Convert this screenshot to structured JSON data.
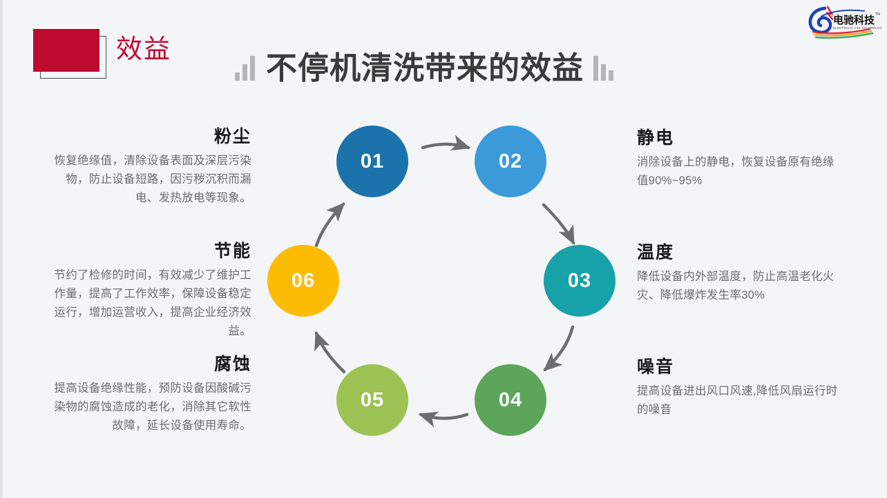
{
  "page": {
    "background_color": "#f4f5f7",
    "badge_color": "#be0a2e",
    "badge_label": "效益",
    "title": "不停机清洗带来的效益",
    "logo_name": "电驰科技",
    "logo_subtitle": "ELECTRICAL CHI TECHNOLOGY",
    "logo_tm": "TM"
  },
  "cycle": {
    "nodes": [
      {
        "id": "01",
        "label": "01",
        "color": "#1c73ac"
      },
      {
        "id": "02",
        "label": "02",
        "color": "#3b9ad9"
      },
      {
        "id": "03",
        "label": "03",
        "color": "#17a2aa"
      },
      {
        "id": "04",
        "label": "04",
        "color": "#5da55b"
      },
      {
        "id": "05",
        "label": "05",
        "color": "#9dc254"
      },
      {
        "id": "06",
        "label": "06",
        "color": "#fcbc04"
      }
    ],
    "arrow_color": "#6d6d6d"
  },
  "blocks": {
    "left": [
      {
        "key": "dust",
        "heading": "粉尘",
        "body": "恢复绝缘值，清除设备表面及深层污染物，防止设备短路，因污秽沉积而漏电、发热放电等现象。"
      },
      {
        "key": "energy",
        "heading": "节能",
        "body": "节约了检修的时间，有效减少了维护工作量，提高了工作效率，保障设备稳定运行，增加运营收入，提高企业经济效益。"
      },
      {
        "key": "corrosion",
        "heading": "腐蚀",
        "body": "提高设备绝缘性能，预防设备因酸碱污染物的腐蚀造成的老化，消除其它软性故障，延长设备使用寿命。"
      }
    ],
    "right": [
      {
        "key": "static",
        "heading": "静电",
        "body": "消除设备上的静电，恢复设备原有绝缘值90%~95%"
      },
      {
        "key": "temperature",
        "heading": "温度",
        "body": "降低设备内外部温度，防止高温老化火灾、降低爆炸发生率30%"
      },
      {
        "key": "noise",
        "heading": "噪音",
        "body": "提高设备进出风口风速,降低风扇运行时的噪音"
      }
    ]
  }
}
